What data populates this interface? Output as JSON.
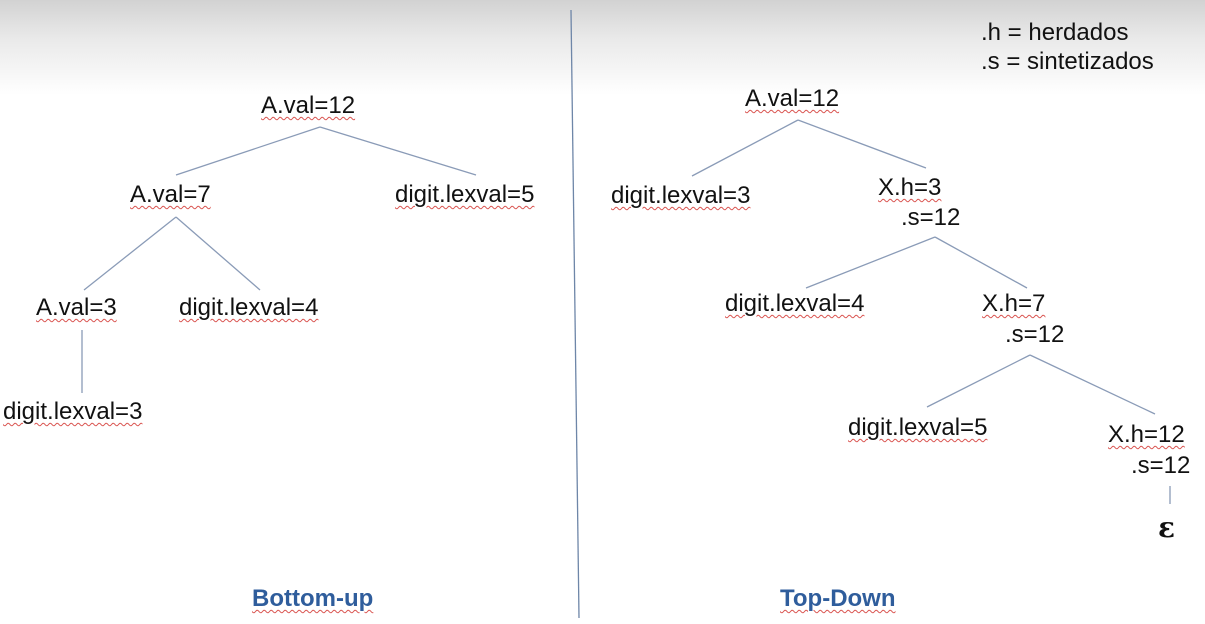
{
  "legend": {
    "line1": ".h = herdados",
    "line2": ".s = sintetizados"
  },
  "bottom_up": {
    "title": "Bottom-up",
    "root": "A.val=12",
    "a7": "A.val=7",
    "d5": "digit.lexval=5",
    "a3": "A.val=3",
    "d4": "digit.lexval=4",
    "d3": "digit.lexval=3"
  },
  "top_down": {
    "title": "Top-Down",
    "root": "A.val=12",
    "d3": "digit.lexval=3",
    "x3_h": "X.h=3",
    "x3_s": ".s=12",
    "d4": "digit.lexval=4",
    "x7_h": "X.h=7",
    "x7_s": ".s=12",
    "d5": "digit.lexval=5",
    "x12_h": "X.h=12",
    "x12_s": ".s=12",
    "epsilon": "ε"
  }
}
